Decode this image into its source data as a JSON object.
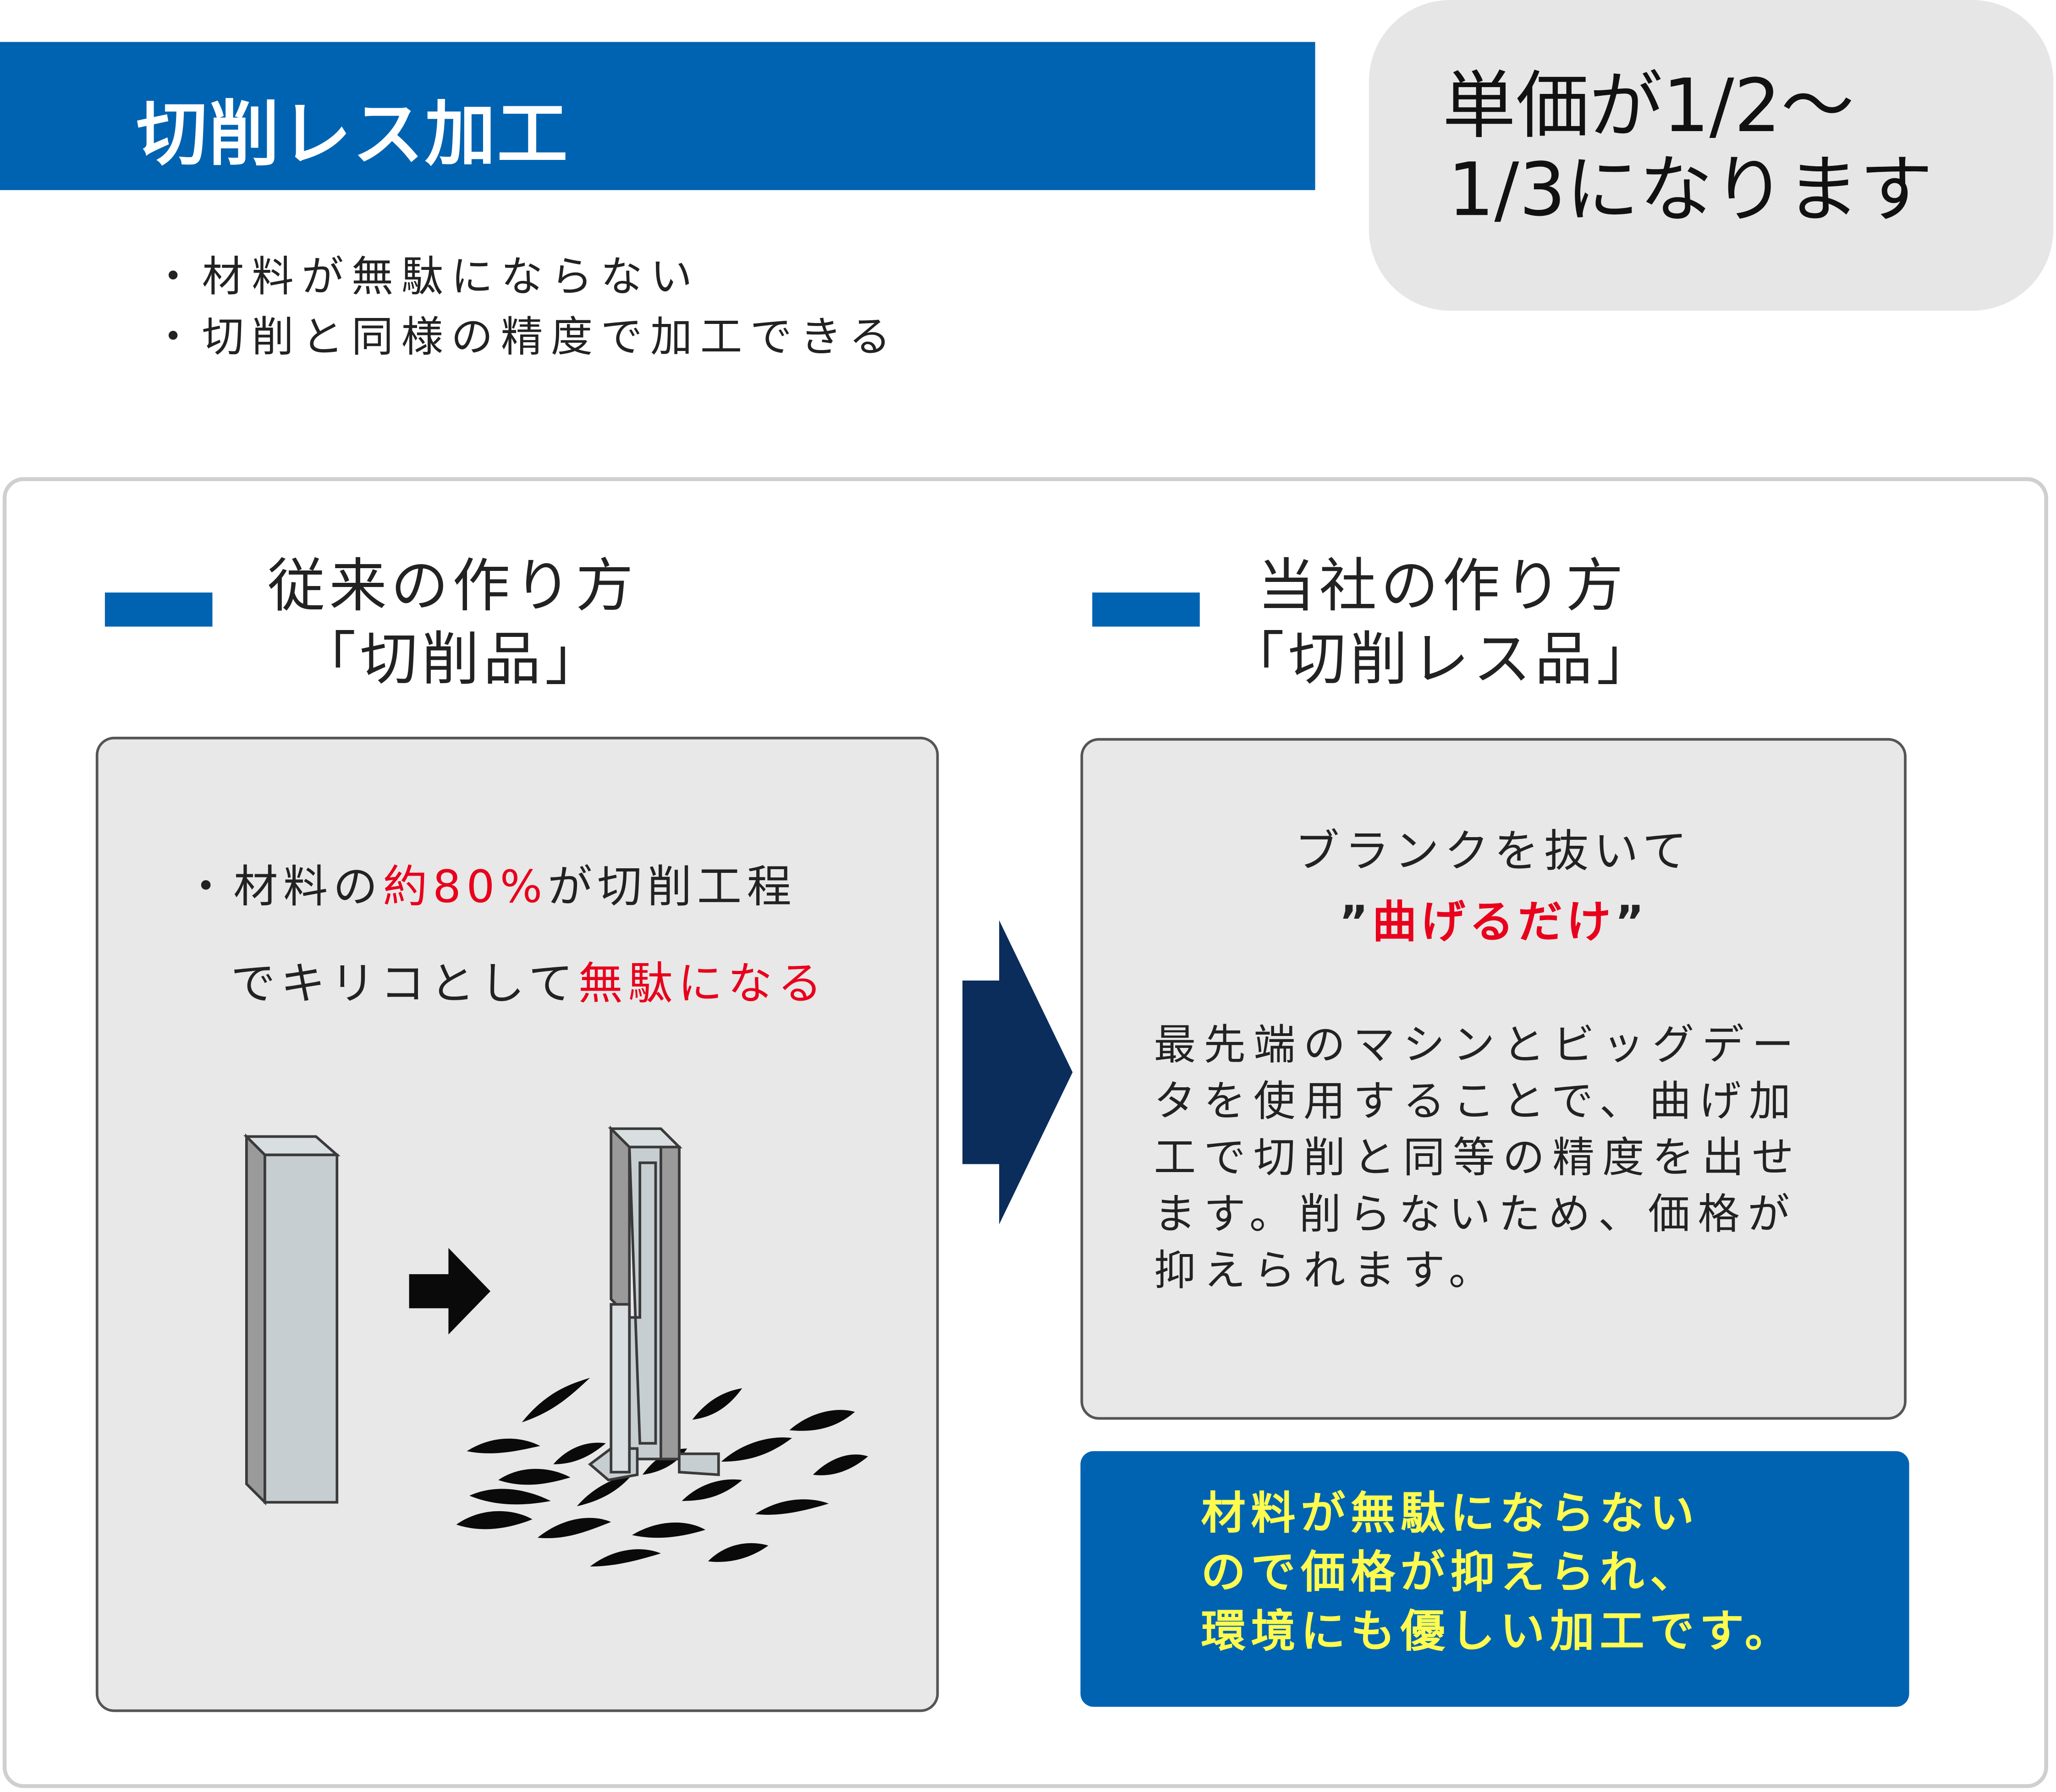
{
  "header": {
    "title": "切削レス加工"
  },
  "price_badge": {
    "line1": "単価が1/2～",
    "line2": "1/3になります"
  },
  "benefits": [
    "・材料が無駄にならない",
    "・切削と同様の精度で加工できる"
  ],
  "conventional": {
    "heading_line1": "従来の作り方",
    "heading_line2": "「切削品」",
    "text": {
      "part1": "・材料の",
      "part2": "約80%",
      "part3": "が切削工程",
      "part4": "でキリコとして",
      "part5": "無駄になる"
    }
  },
  "ours": {
    "heading_line1": "当社の作り方",
    "heading_line2": "「切削レス品」",
    "blank_text": "ブランクを抜いて",
    "quote_open": "”",
    "bend_text": "曲げるだけ",
    "quote_close": "”",
    "description": [
      "最先端のマシンとビッグデー",
      "タを使用することで、曲げ加",
      "工で切削と同等の精度を出せ",
      "ます。削らないため、価格が",
      "抑えられます。"
    ]
  },
  "summary": [
    "材料が無駄にならない",
    "ので価格が抑えられ、",
    "環境にも優しい加工です。"
  ],
  "colors": {
    "brand_blue": "#0063b2",
    "navy_arrow": "#0b2d5c",
    "highlight_red": "#e8001c",
    "summary_yellow": "#fffb4f",
    "panel_gray": "#e8e8e8"
  }
}
